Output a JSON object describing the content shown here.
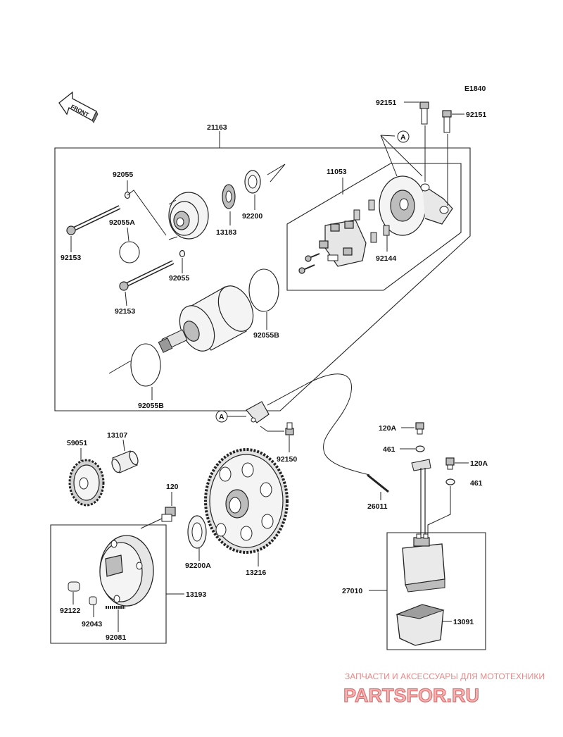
{
  "diagram_code": "E1840",
  "front_label": "FRONT",
  "parts": {
    "p21163": "21163",
    "p92055_upper": "92055",
    "p92055A": "92055A",
    "p92153_upper": "92153",
    "p92055_lower": "92055",
    "p92153_lower": "92153",
    "p13183": "13183",
    "p92200": "92200",
    "p92055B_right": "92055B",
    "p92055B_bottom": "92055B",
    "p11053": "11053",
    "p92144": "92144",
    "p92151_left": "92151",
    "p92151_right": "92151",
    "ref_A_top": "A",
    "ref_A_bottom": "A",
    "p59051": "59051",
    "p13107": "13107",
    "p120": "120",
    "p92200A": "92200A",
    "p13216": "13216",
    "p92150": "92150",
    "p13193": "13193",
    "p92122": "92122",
    "p92043": "92043",
    "p92081": "92081",
    "p120A_top": "120A",
    "p461_top": "461",
    "p120A_right": "120A",
    "p461_right": "461",
    "p26011": "26011",
    "p27010": "27010",
    "p13091": "13091"
  },
  "watermark": {
    "tagline": "ЗАПЧАСТИ И АКСЕССУАРЫ ДЛЯ МОТОТЕХНИКИ",
    "brand": "PARTSFOR.RU"
  }
}
